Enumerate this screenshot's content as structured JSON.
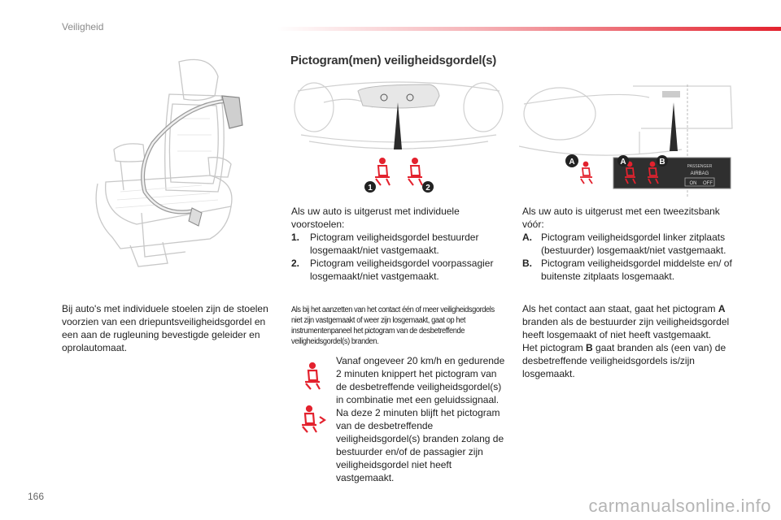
{
  "page": {
    "section_title": "Veiligheid",
    "page_number": "166",
    "watermark": "carmanualsonline.info"
  },
  "main": {
    "title": "Pictogram(men) veiligheidsgordel(s)",
    "left_para": "Bij auto's met individuele stoelen zijn de stoelen voorzien van een driepuntsveiligheidsgordel en een aan de rugleuning bevestigde geleider en oprolautomaat.",
    "col1": {
      "intro": "Als uw auto is uitgerust met individuele voorstoelen:",
      "items": [
        {
          "key": "1.",
          "text": "Pictogram veiligheidsgordel bestuurder losgemaakt/niet vastgemaakt."
        },
        {
          "key": "2.",
          "text": "Pictogram veiligheidsgordel voorpassagier losgemaakt/niet vastgemaakt."
        }
      ],
      "small": "Als bij het aanzetten van het contact één of meer veiligheidsgordels niet zijn vastgemaakt of weer zijn losgemaakt, gaat op het instrumentenpaneel het pictogram van de desbetreffende veiligheidsgordel(s) branden.",
      "warning": "Vanaf ongeveer 20 km/h en gedurende 2 minuten knippert het pictogram van de desbetreffende veiligheidsgordel(s) in combinatie met een geluidssignaal. Na deze 2 minuten blijft het pictogram van de desbetreffende veiligheidsgordel(s) branden zolang de bestuurder en/of de passagier zijn veiligheidsgordel niet heeft vastgemaakt."
    },
    "col2": {
      "intro": "Als uw auto is uitgerust met een tweezitsbank vóór:",
      "items": [
        {
          "key": "A.",
          "text": "Pictogram veiligheidsgordel linker zitplaats (bestuurder) losgemaakt/niet vastgemaakt."
        },
        {
          "key": "B.",
          "text": "Pictogram veiligheidsgordel middelste en/ of buitenste zitplaats losgemaakt."
        }
      ],
      "para1_pre": "Als het contact aan staat, gaat het pictogram ",
      "para1_key": "A",
      "para1_post": " branden als de bestuurder zijn veiligheidsgordel heeft losgemaakt of niet heeft vastgemaakt.",
      "para2_pre": "Het pictogram ",
      "para2_key": "B",
      "para2_post": " gaat branden als (een van) de desbetreffende veiligheidsgordels is/zijn losgemaakt."
    },
    "illustration_labels": {
      "num1": "1",
      "num2": "2",
      "labelA": "A",
      "labelB": "B",
      "panel_text1": "PASSENGER",
      "panel_text2": "AIRBAG",
      "panel_on": "ON",
      "panel_off": "OFF"
    }
  },
  "colors": {
    "accent_red": "#e3222e",
    "callout_dark": "#2b2b2b"
  }
}
